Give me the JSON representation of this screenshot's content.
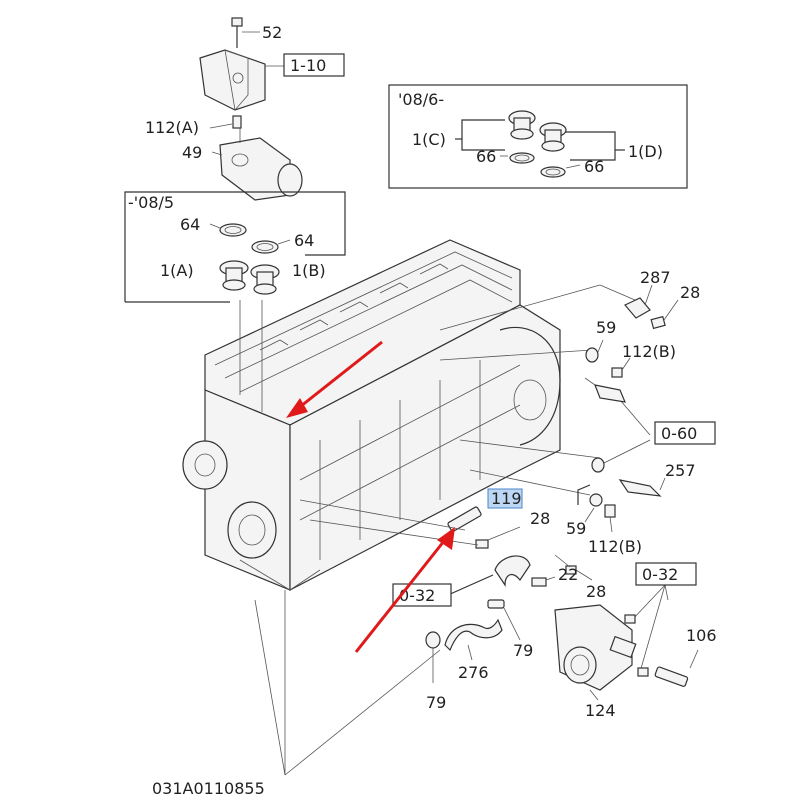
{
  "diagram": {
    "callouts": {
      "c52": "52",
      "c1_10": "1-10",
      "c112a": "112(A)",
      "c49": "49",
      "c64a": "64",
      "c64b": "64",
      "c1a": "1(A)",
      "c1b": "1(B)",
      "c287": "287",
      "c28a": "28",
      "c59a": "59",
      "c112b_a": "112(B)",
      "c0_60": "0-60",
      "c257": "257",
      "c119": "119",
      "c28b": "28",
      "c59b": "59",
      "c112b_b": "112(B)",
      "c22": "22",
      "c28c": "28",
      "c0_32a": "0-32",
      "c0_32b": "0-32",
      "c106": "106",
      "c79a": "79",
      "c276": "276",
      "c79b": "79",
      "c124": "124",
      "c1c": "1(C)",
      "c66a": "66",
      "c66b": "66",
      "c1d": "1(D)"
    },
    "inset_old_date": "-'08/5",
    "inset_new_date": "'08/6-",
    "drawing_number": "031A0110855"
  },
  "colors": {
    "arrow": "#e01a1a",
    "highlight": "#bcd6f3",
    "line": "#333333"
  }
}
